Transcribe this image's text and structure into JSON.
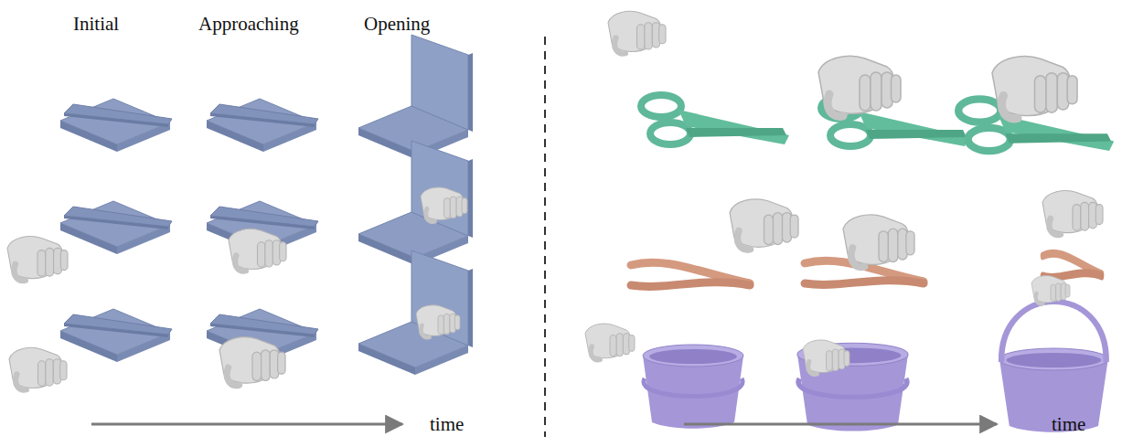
{
  "diagram": {
    "labels": [
      "Initial",
      "Approaching",
      "Opening",
      "time",
      "time"
    ]
  }
}
